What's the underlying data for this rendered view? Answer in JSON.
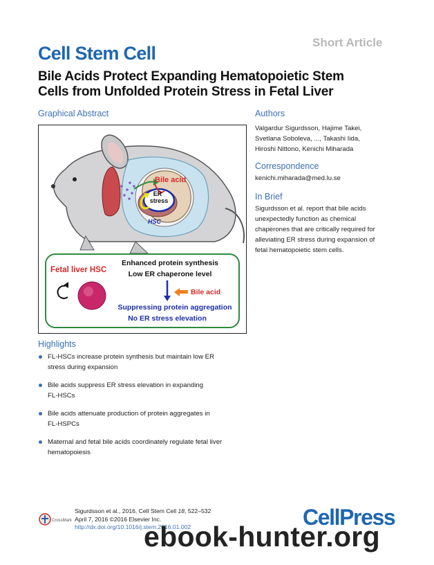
{
  "header": {
    "article_type": "Short Article",
    "journal": "Cell Stem Cell",
    "title_line1": "Bile Acids Protect Expanding Hematopoietic Stem",
    "title_line2": "Cells from Unfolded Protein Stress in Fetal Liver"
  },
  "graphical_abstract": {
    "heading": "Graphical Abstract",
    "bile_acid_top": "Bile acid",
    "er_line1": "ER",
    "er_line2": "stress",
    "hsc": "HSC",
    "fetal_liver_hsc": "Fetal liver HSC",
    "enhanced": "Enhanced protein synthesis",
    "low_er": "Low ER chaperone level",
    "bile_acid_inset": "Bile acid",
    "suppressing": "Suppressing protein aggregation",
    "no_er": "No ER stress elevation",
    "colors": {
      "green": "#2d8a3e",
      "red": "#d42a2a",
      "blue": "#1a2fa8",
      "orange": "#f08020",
      "magenta": "#c8286a"
    }
  },
  "authors": {
    "heading": "Authors",
    "line1": "Valgardur Sigurdsson, Hajime Takei,",
    "line2": "Svetlana Soboleva, ..., Takashi Iida,",
    "line3": "Hiroshi Nittono, Kenichi Miharada"
  },
  "correspondence": {
    "heading": "Correspondence",
    "email": "kenichi.miharada@med.lu.se"
  },
  "in_brief": {
    "heading": "In Brief",
    "line1": "Sigurdsson et al. report that bile acids",
    "line2": "unexpectedly function as chemical",
    "line3": "chaperones that are critically required for",
    "line4": "alleviating ER stress during expansion of",
    "line5": "fetal hematopoietic stem cells."
  },
  "highlights": {
    "heading": "Highlights",
    "items": [
      {
        "line1": "FL-HSCs increase protein synthesis but maintain low ER",
        "line2": "stress during expansion"
      },
      {
        "line1": "Bile acids suppress ER stress elevation in expanding",
        "line2": "FL-HSCs"
      },
      {
        "line1": "Bile acids attenuate production of protein aggregates in",
        "line2": "FL-HSPCs"
      },
      {
        "line1": "Maternal and fetal bile acids coordinately regulate fetal liver",
        "line2": "hematopoiesis"
      }
    ]
  },
  "citation": {
    "line1_pre": "Sigurdsson et al., 2016, Cell Stem Cell ",
    "line1_vol": "18",
    "line1_post": ", 522–532",
    "line2": "April 7, 2016 ©2016 Elsevier Inc.",
    "doi": "http://dx.doi.org/10.1016/j.stem.2016.01.002"
  },
  "footer": {
    "crossmark": "CrossMark",
    "cellpress": "CellPress",
    "watermark": "ebook-hunter.org"
  }
}
